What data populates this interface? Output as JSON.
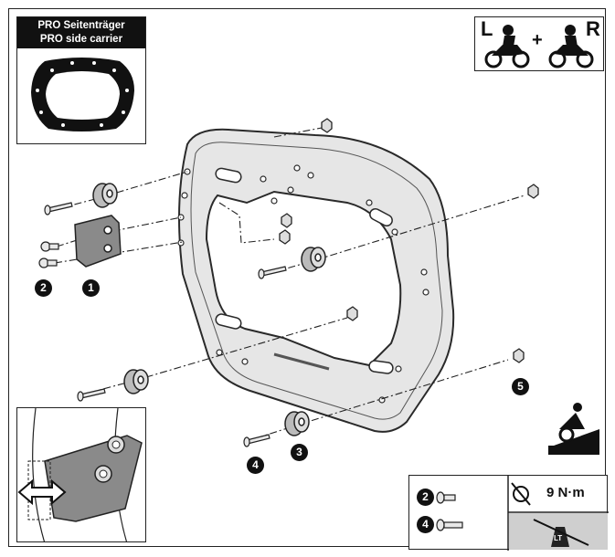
{
  "inset_title": {
    "line1": "PRO Seitenträger",
    "line2": "PRO side carrier"
  },
  "side_icon": {
    "left_letter": "L",
    "plus": "+",
    "right_letter": "R"
  },
  "callouts": [
    "1",
    "2",
    "3",
    "4",
    "5"
  ],
  "spec_table": {
    "rows": [
      {
        "badge": "2"
      },
      {
        "badge": "4"
      }
    ],
    "torque": "9 N·m",
    "loctite_mark": "LT"
  },
  "colors": {
    "ink": "#111111",
    "carrier_fill": "#e6e6e6",
    "carrier_stroke": "#2a2a2a",
    "shade": "#cfcfcf"
  },
  "icons": [
    "motorcycle-rider-icon",
    "no-impact-wrench-icon",
    "threadlocker-icon",
    "double-arrow-icon"
  ]
}
